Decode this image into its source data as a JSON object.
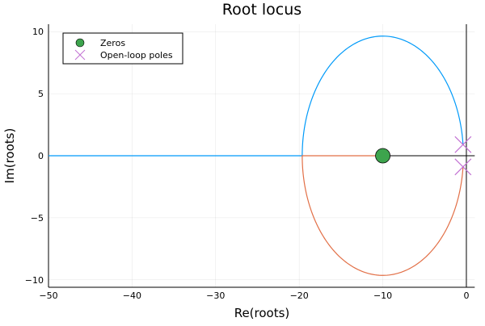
{
  "chart_data": {
    "type": "line",
    "title": "Root locus",
    "xlabel": "Re(roots)",
    "ylabel": "Im(roots)",
    "xlim": [
      -50,
      1
    ],
    "ylim": [
      -10.6,
      10.6
    ],
    "xticks": [
      -50,
      -40,
      -30,
      -20,
      -10,
      0
    ],
    "yticks": [
      -10,
      -5,
      0,
      5,
      10
    ],
    "grid": true,
    "legend_position": "top-left",
    "zeros": [
      {
        "re": -10,
        "im": 0
      }
    ],
    "poles": [
      {
        "re": -0.4,
        "im": 0.9
      },
      {
        "re": -0.4,
        "im": -0.9
      }
    ],
    "breakaway": -19.64,
    "series": [
      {
        "branch": "upper",
        "color": "#009af9",
        "description_points": [
          [
            -0.4,
            0.9
          ],
          [
            -10,
            9.64
          ],
          [
            -19.64,
            0
          ],
          [
            -50,
            0
          ]
        ]
      },
      {
        "branch": "lower",
        "color": "#e26f46",
        "description_points": [
          [
            -0.4,
            -0.9
          ],
          [
            -10,
            -9.64
          ],
          [
            -19.64,
            0
          ],
          [
            -10,
            0
          ]
        ]
      }
    ],
    "legend": [
      {
        "label": "Zeros",
        "marker": "circle",
        "color": "#3da44d"
      },
      {
        "label": "Open-loop poles",
        "marker": "x",
        "color": "#c271d2"
      }
    ]
  }
}
